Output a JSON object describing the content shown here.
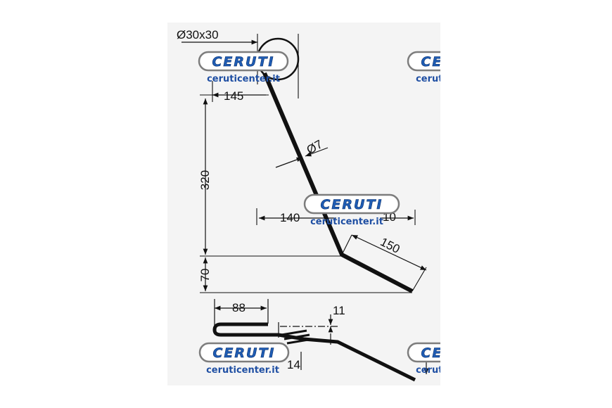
{
  "colors": {
    "drawing": "#111111",
    "logo_blue": "#1f5db5",
    "logo_border": "#7d7d7d",
    "url_blue": "#1f4fa3",
    "sheet": "#f4f4f4"
  },
  "dimensions": {
    "tube": "Ø30x30",
    "offset_top": "145",
    "height_main": "320",
    "wire": "Ø7",
    "offset_mid": "140",
    "offset_mid_right": "10",
    "tine_length": "150",
    "height_low": "70",
    "loop_length": "88",
    "gap": "11",
    "small_bottom": "14"
  },
  "watermarks": [
    {
      "brand": "CERUTI",
      "url": "ceruticenter.it"
    },
    {
      "brand": "CERUTI",
      "url": "ceruticenter.it"
    },
    {
      "brand": "CERUTI",
      "url": "ceruticenter.it"
    },
    {
      "brand": "CERUTI",
      "url": "ceruticenter.it"
    },
    {
      "brand": "CERUTI",
      "url": "ceruticenter.it"
    }
  ]
}
